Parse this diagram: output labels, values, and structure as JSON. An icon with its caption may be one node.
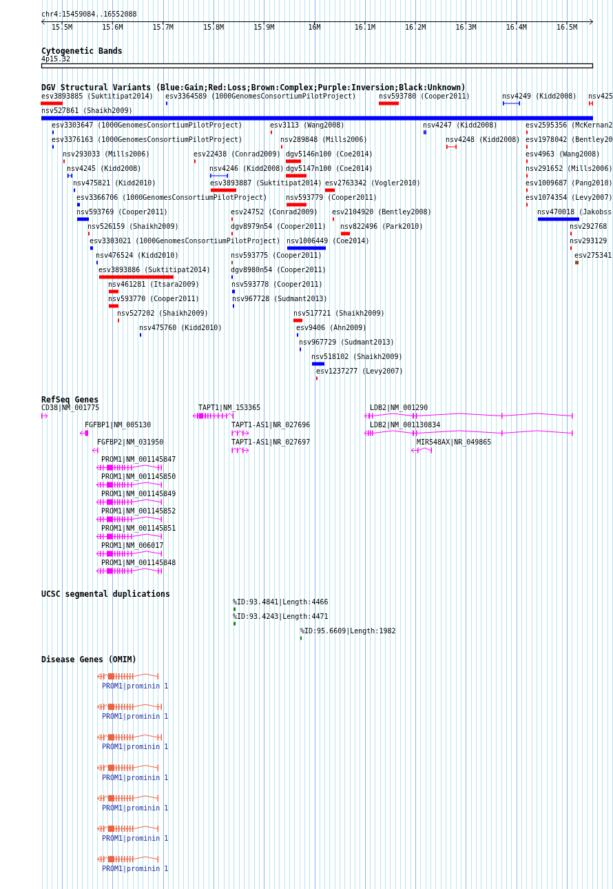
{
  "diagram": {
    "labels": [
      "chr4:15459084..16552088",
      "15.5M",
      "15.6M",
      "15.7M",
      "15.8M",
      "15.9M",
      "16M",
      "16.1M",
      "16.2M",
      "16.3M",
      "16.4M",
      "16.5M",
      "Cytogenetic Bands",
      "4p15.32",
      "DGV Structural Variants (Blue:Gain;Red:Loss;Brown:Complex;Purple:Inversion;Black:Unknown)",
      "esv3893885 (Suktitipat2014)",
      "esv3364589 (1000GenomesConsortiumPilotProject)",
      "nsv593780 (Cooper2011)",
      "nsv4249 (Kidd2008)",
      "nsv425",
      "nsv527861 (Shaikh2009)",
      "esv3303647 (1000GenomesConsortiumPilotProject)",
      "esv3113 (Wang2008)",
      "nsv4247 (Kidd2008)",
      "esv2595356 (McKernan2",
      "esv3376163 (1000GenomesConsortiumPilotProject)",
      "nsv289848 (Mills2006)",
      "nsv4248 (Kidd2008)",
      "esv1978042 (Bentley20",
      "nsv293033 (Mills2006)",
      "esv22438 (Conrad2009)",
      "dgv5146n100 (Coe2014)",
      "esv4963 (Wang2008)",
      "nsv4245 (Kidd2008)",
      "nsv4246 (Kidd2008)",
      "dgv5147n100 (Coe2014)",
      "nsv291652 (Mills2006)",
      "nsv475821 (Kidd2010)",
      "esv3893887 (Suktitipat2014)",
      "esv2763342 (Vogler2010)",
      "esv1009687 (Pang2010)",
      "esv3366706 (1000GenomesConsortiumPilotProject)",
      "nsv593779 (Cooper2011)",
      "esv1074354 (Levy2007)",
      "nsv593769 (Cooper2011)",
      "esv24752 (Conrad2009)",
      "esv2104920 (Bentley2008)",
      "nsv470018 (Jakobss",
      "nsv526159 (Shaikh2009)",
      "dgv8979n54 (Cooper2011)",
      "nsv822496 (Park2010)",
      "nsv292768",
      "esv3303021 (1000GenomesConsortiumPilotProject)",
      "nsv1006449 (Coe2014)",
      "nsv293129",
      "nsv476524 (Kidd2010)",
      "nsv593775 (Cooper2011)",
      "esv275341",
      "esv3893886 (Suktitipat2014)",
      "dgv8980n54 (Cooper2011)",
      "nsv461281 (Itsara2009)",
      "nsv593778 (Cooper2011)",
      "nsv593770 (Cooper2011)",
      "nsv967728 (Sudmant2013)",
      "nsv527202 (Shaikh2009)",
      "nsv517721 (Shaikh2009)",
      "nsv475760 (Kidd2010)",
      "esv9406 (Ahn2009)",
      "nsv967729 (Sudmant2013)",
      "nsv518102 (Shaikh2009)",
      "esv1237277 (Levy2007)",
      "RefSeq Genes",
      "CD38|NM_001775",
      "TAPT1|NM_153365",
      "LDB2|NM_001290",
      "FGFBP1|NM_005130",
      "TAPT1-AS1|NR_027696",
      "LDB2|NM_001130834",
      "FGFBP2|NM_031950",
      "TAPT1-AS1|NR_027697",
      "MIR548AX|NR_049865",
      "PROM1|NM_001145847",
      "PROM1|NM_001145850",
      "PROM1|NM_001145849",
      "PROM1|NM_001145852",
      "PROM1|NM_001145851",
      "PROM1|NM_006017",
      "PROM1|NM_001145848",
      "UCSC segmental duplications",
      "%ID:93.4841|Length:4466",
      "%ID:93.4243|Length:4471",
      "%ID:95.6609|Length:1982",
      "Disease Genes (OMIM)",
      "PROM1|prominin 1",
      "PROM1|prominin 1",
      "PROM1|prominin 1",
      "PROM1|prominin 1",
      "PROM1|prominin 1",
      "PROM1|prominin 1",
      "PROM1|prominin 1"
    ]
  }
}
